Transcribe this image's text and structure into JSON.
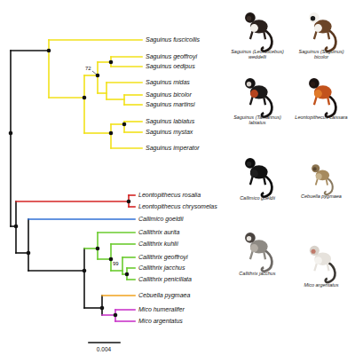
{
  "diagram": {
    "labels": [
      "Saguinus fuscicollis",
      "Saguinus geoffroyi",
      "Saguinus oedipus",
      "72",
      "Saguinus midas",
      "Saguinus bicolor",
      "Saguinus martinsi",
      "Saguinus labiatus",
      "Saguinus mystax",
      "Saguinus imperator",
      "Leontopithecus rosalia",
      "Leontopithecus chrysomelas",
      "Callimico goeldii",
      "Callithrix aurita",
      "Callithrix kuhlii",
      "99",
      "Callithrix geoffroyi",
      "Callithrix jacchus",
      "Callithrix penicillata",
      "Cebuella pygmaea",
      "Mico humeralifer",
      "Mico argentatus",
      "0.004",
      "Saguinus (Leontocebus) weddelli",
      "Saguinus (Saguinus) bicolor",
      "Saguinus (Tamarinus) labiatus",
      "Leontopithecus caissara",
      "Callimico goeldii",
      "Cebuella pygmaea",
      "Callithrix jacchus",
      "Mico argentatus"
    ]
  }
}
